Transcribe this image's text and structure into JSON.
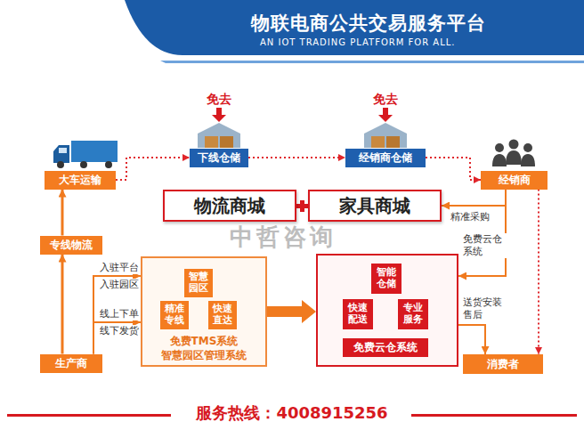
{
  "diagram": {
    "title": "物联电商公共交易服务平台",
    "nodes": [
      {
        "text": [
          "大车运输"
        ]
      },
      {
        "text": [
          "下线仓储"
        ]
      },
      {
        "text": [
          "经销商仓储"
        ]
      },
      {
        "text": [
          "经销商"
        ]
      },
      {
        "text": [
          "物流商城"
        ]
      },
      {
        "text": [
          "家具商城"
        ]
      },
      {
        "text": [
          "专线物流"
        ]
      },
      {
        "text": [
          "生产商"
        ]
      },
      {
        "text": [
          "免费TMS系统 智慧园区管理系统"
        ]
      },
      {
        "text": [
          "智慧园区"
        ],
        "in": 8
      },
      {
        "text": [
          "精准专线"
        ],
        "in": 8
      },
      {
        "text": [
          "快速直达"
        ],
        "in": 8
      },
      {
        "text": []
      },
      {
        "text": [
          "智能仓储"
        ],
        "in": 12
      },
      {
        "text": [
          "快速配送"
        ],
        "in": 12
      },
      {
        "text": [
          "专业服务"
        ],
        "in": 12
      },
      {
        "text": [
          "免费云仓系统"
        ],
        "in": 12
      },
      {
        "text": [
          "消费者"
        ]
      }
    ],
    "edges": [
      {
        "from": 0,
        "to": 1,
        "arrow": "to"
      },
      {
        "from": 1,
        "to": 2,
        "arrow": "to"
      },
      {
        "from": 2,
        "to": 3,
        "arrow": "to"
      },
      {
        "from": 3,
        "to": 5,
        "label": "精准采购",
        "arrow": "to"
      },
      {
        "from": 3,
        "to": 12,
        "label": "免费云仓系统",
        "arrow": "to"
      },
      {
        "from": 12,
        "to": 17,
        "label": "送货安装售后",
        "arrow": "to"
      },
      {
        "from": 3,
        "to": 17,
        "arrow": "to"
      },
      {
        "from": 7,
        "to": 6,
        "arrow": "to"
      },
      {
        "from": 6,
        "to": 0,
        "arrow": "to"
      },
      {
        "from": 7,
        "to": 8,
        "label": "入驻平台",
        "arrow": "to"
      },
      {
        "from": 7,
        "to": 8,
        "label": "线上下单",
        "arrow": "to"
      },
      {
        "from": 8,
        "to": 12,
        "arrow": "to"
      }
    ],
    "labels": [
      "AN IOT TRADING PLATFORM FOR ALL.",
      "免去",
      "免去",
      "入驻园区",
      "线下发货",
      "中哲咨询",
      "服务热线：4008915256"
    ]
  }
}
